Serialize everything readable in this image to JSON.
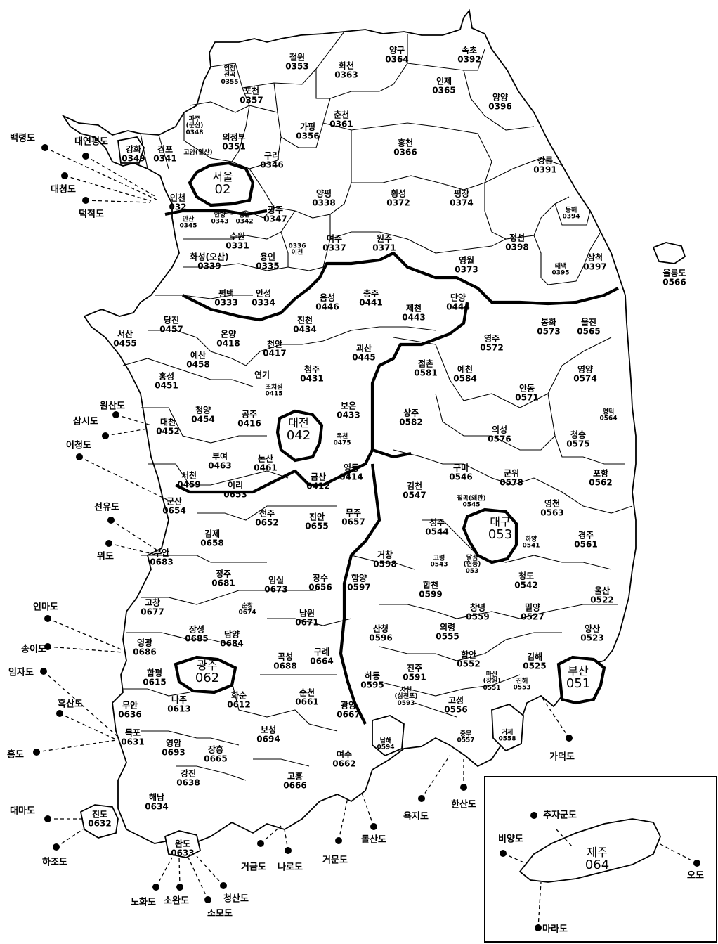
{
  "regions": [
    {
      "id": "cheolwon",
      "name": "철원",
      "code": "0353"
    },
    {
      "id": "yanggu",
      "name": "양구",
      "code": "0364"
    },
    {
      "id": "sokcho",
      "name": "속초",
      "code": "0392"
    },
    {
      "id": "yeoncheon",
      "name": "연천\n전곡",
      "code": "0355"
    },
    {
      "id": "hwacheon",
      "name": "화천",
      "code": "0363"
    },
    {
      "id": "inje",
      "name": "인제",
      "code": "0365"
    },
    {
      "id": "yangyang",
      "name": "양양",
      "code": "0396"
    },
    {
      "id": "pocheon",
      "name": "포천",
      "code": "0357"
    },
    {
      "id": "chuncheon",
      "name": "춘천",
      "code": "0361"
    },
    {
      "id": "paju",
      "name": "파주\n(문산)",
      "code": "0348"
    },
    {
      "id": "gapyeong",
      "name": "가평",
      "code": "0356"
    },
    {
      "id": "uijeongbu",
      "name": "의정부",
      "code": "0351"
    },
    {
      "id": "ganghwa",
      "name": "강화",
      "code": "0349"
    },
    {
      "id": "gimpo",
      "name": "김포",
      "code": "0341"
    },
    {
      "id": "goyang",
      "name": "고양(일산)",
      "code": ""
    },
    {
      "id": "guri",
      "name": "구리",
      "code": "0346"
    },
    {
      "id": "hongcheon",
      "name": "홍천",
      "code": "0366"
    },
    {
      "id": "gangneung",
      "name": "강릉",
      "code": "0391"
    },
    {
      "id": "seoul",
      "name": "서울",
      "code": "02"
    },
    {
      "id": "yangpyeong",
      "name": "양평",
      "code": "0338"
    },
    {
      "id": "hoengseong",
      "name": "횡성",
      "code": "0372"
    },
    {
      "id": "pyeongchang",
      "name": "평창",
      "code": "0374"
    },
    {
      "id": "incheon",
      "name": "인천",
      "code": "032"
    },
    {
      "id": "anyang",
      "name": "안양",
      "code": "0343"
    },
    {
      "id": "seongnam",
      "name": "성남",
      "code": "0342"
    },
    {
      "id": "ansan",
      "name": "안산",
      "code": "0345"
    },
    {
      "id": "gwangju_gg",
      "name": "광주",
      "code": "0347"
    },
    {
      "id": "donghae",
      "name": "동해",
      "code": "0394"
    },
    {
      "id": "jeongseon",
      "name": "정선",
      "code": "0398"
    },
    {
      "id": "suwon",
      "name": "수원",
      "code": "0331"
    },
    {
      "id": "icheon",
      "name": "0336\n이천",
      "code": ""
    },
    {
      "id": "yeoju",
      "name": "여주",
      "code": "0337"
    },
    {
      "id": "wonju",
      "name": "원주",
      "code": "0371"
    },
    {
      "id": "samcheok",
      "name": "삼척",
      "code": "0397"
    },
    {
      "id": "hwaseong",
      "name": "화성(오산)",
      "code": "0339"
    },
    {
      "id": "yongin",
      "name": "용인",
      "code": "0335"
    },
    {
      "id": "yeongwol",
      "name": "영월",
      "code": "0373"
    },
    {
      "id": "taebaek",
      "name": "태백",
      "code": "0395"
    },
    {
      "id": "pyeongtaek",
      "name": "평택",
      "code": "0333"
    },
    {
      "id": "anseong",
      "name": "안성",
      "code": "0334"
    },
    {
      "id": "eumseong",
      "name": "음성",
      "code": "0446"
    },
    {
      "id": "chungju",
      "name": "충주",
      "code": "0441"
    },
    {
      "id": "jecheon",
      "name": "제천",
      "code": "0443"
    },
    {
      "id": "danyang",
      "name": "단양",
      "code": "0444"
    },
    {
      "id": "bonghwa",
      "name": "봉화",
      "code": "0573"
    },
    {
      "id": "uljin",
      "name": "울진",
      "code": "0565"
    },
    {
      "id": "dangjin",
      "name": "당진",
      "code": "0457"
    },
    {
      "id": "jincheon",
      "name": "진천",
      "code": "0434"
    },
    {
      "id": "seosan",
      "name": "서산",
      "code": "0455"
    },
    {
      "id": "onyang",
      "name": "온양",
      "code": "0418"
    },
    {
      "id": "cheonan",
      "name": "천안",
      "code": "0417"
    },
    {
      "id": "yeongju",
      "name": "영주",
      "code": "0572"
    },
    {
      "id": "yesan",
      "name": "예산",
      "code": "0458"
    },
    {
      "id": "goesan",
      "name": "괴산",
      "code": "0445"
    },
    {
      "id": "jeomchon",
      "name": "점촌",
      "code": "0581"
    },
    {
      "id": "hongseong",
      "name": "홍성",
      "code": "0451"
    },
    {
      "id": "yeongi",
      "name": "연기",
      "code": ""
    },
    {
      "id": "cheongju",
      "name": "청주",
      "code": "0431"
    },
    {
      "id": "yecheon",
      "name": "예천",
      "code": "0584"
    },
    {
      "id": "yeongyang",
      "name": "영양",
      "code": "0574"
    },
    {
      "id": "jochiwon",
      "name": "조치원",
      "code": "0415"
    },
    {
      "id": "andong",
      "name": "안동",
      "code": "0571"
    },
    {
      "id": "cheongyang",
      "name": "청양",
      "code": "0454"
    },
    {
      "id": "boeun",
      "name": "보은",
      "code": "0433"
    },
    {
      "id": "sangju",
      "name": "상주",
      "code": "0582"
    },
    {
      "id": "yeongdeok",
      "name": "영덕",
      "code": "0564"
    },
    {
      "id": "daecheon",
      "name": "대천",
      "code": "0452"
    },
    {
      "id": "gongju",
      "name": "공주",
      "code": "0416"
    },
    {
      "id": "daejeon",
      "name": "대전",
      "code": "042"
    },
    {
      "id": "uiseong",
      "name": "의성",
      "code": "0576"
    },
    {
      "id": "cheongsong",
      "name": "청송",
      "code": "0575"
    },
    {
      "id": "okcheon",
      "name": "옥천",
      "code": "0475"
    },
    {
      "id": "buyeo",
      "name": "부여",
      "code": "0463"
    },
    {
      "id": "nonsan",
      "name": "논산",
      "code": "0461"
    },
    {
      "id": "yeongdong",
      "name": "영동",
      "code": "0414"
    },
    {
      "id": "geumsan",
      "name": "금산",
      "code": "0412"
    },
    {
      "id": "gumi",
      "name": "구미",
      "code": "0546"
    },
    {
      "id": "seocheon",
      "name": "서천",
      "code": "0459"
    },
    {
      "id": "gunwi",
      "name": "군위",
      "code": "0578"
    },
    {
      "id": "pohang",
      "name": "포항",
      "code": "0562"
    },
    {
      "id": "iri",
      "name": "이리",
      "code": "0653"
    },
    {
      "id": "gimcheon",
      "name": "김천",
      "code": "0547"
    },
    {
      "id": "chilgok",
      "name": "칠곡(왜관)",
      "code": "0545"
    },
    {
      "id": "gunsan",
      "name": "군산",
      "code": "0654"
    },
    {
      "id": "yeongcheon",
      "name": "영천",
      "code": "0563"
    },
    {
      "id": "muju",
      "name": "무주",
      "code": "0657"
    },
    {
      "id": "jeonju",
      "name": "전주",
      "code": "0652"
    },
    {
      "id": "jinan",
      "name": "진안",
      "code": "0655"
    },
    {
      "id": "gimje",
      "name": "김제",
      "code": "0658"
    },
    {
      "id": "seongju",
      "name": "성주",
      "code": "0544"
    },
    {
      "id": "daegu",
      "name": "대구",
      "code": "053"
    },
    {
      "id": "hayang",
      "name": "하양",
      "code": "0541"
    },
    {
      "id": "gyeongju",
      "name": "경주",
      "code": "0561"
    },
    {
      "id": "buan",
      "name": "부안",
      "code": "0683"
    },
    {
      "id": "geochang",
      "name": "거창",
      "code": "0598"
    },
    {
      "id": "goryeong",
      "name": "고령",
      "code": "0543"
    },
    {
      "id": "dalseong",
      "name": "달성\n(현풍)",
      "code": "053"
    },
    {
      "id": "jeongju",
      "name": "정주",
      "code": "0681"
    },
    {
      "id": "cheongdo",
      "name": "청도",
      "code": "0542"
    },
    {
      "id": "imsil",
      "name": "임실",
      "code": "0673"
    },
    {
      "id": "jangsu",
      "name": "장수",
      "code": "0656"
    },
    {
      "id": "hamyang",
      "name": "함양",
      "code": "0597"
    },
    {
      "id": "hapcheon",
      "name": "합천",
      "code": "0599"
    },
    {
      "id": "ulsan",
      "name": "울산",
      "code": "0522"
    },
    {
      "id": "gochang",
      "name": "고창",
      "code": "0677"
    },
    {
      "id": "sunchang",
      "name": "순창",
      "code": "0674"
    },
    {
      "id": "namwon",
      "name": "남원",
      "code": "0671"
    },
    {
      "id": "changnyeong",
      "name": "창녕",
      "code": "0559"
    },
    {
      "id": "miryang",
      "name": "밀양",
      "code": "0527"
    },
    {
      "id": "jangseong",
      "name": "장성",
      "code": "0685"
    },
    {
      "id": "damyang",
      "name": "담양",
      "code": "0684"
    },
    {
      "id": "sancheong",
      "name": "산청",
      "code": "0596"
    },
    {
      "id": "uiryeong",
      "name": "의령",
      "code": "0555"
    },
    {
      "id": "yangsan",
      "name": "양산",
      "code": "0523"
    },
    {
      "id": "yeonggwang",
      "name": "영광",
      "code": "0686"
    },
    {
      "id": "gokseong",
      "name": "곡성",
      "code": "0688"
    },
    {
      "id": "gurye",
      "name": "구례",
      "code": "0664"
    },
    {
      "id": "haman",
      "name": "함안",
      "code": "0552"
    },
    {
      "id": "gimhae",
      "name": "김해",
      "code": "0525"
    },
    {
      "id": "gwangju",
      "name": "광주",
      "code": "062"
    },
    {
      "id": "jinju",
      "name": "진주",
      "code": "0591"
    },
    {
      "id": "masan",
      "name": "마산\n(창원)",
      "code": "0551"
    },
    {
      "id": "busan",
      "name": "부산",
      "code": "051"
    },
    {
      "id": "hampyeong",
      "name": "함평",
      "code": "0615"
    },
    {
      "id": "hadong",
      "name": "하동",
      "code": "0595"
    },
    {
      "id": "jinhae",
      "name": "진해",
      "code": "0553"
    },
    {
      "id": "naju",
      "name": "나주",
      "code": "0613"
    },
    {
      "id": "hwasun",
      "name": "화순",
      "code": "0612"
    },
    {
      "id": "suncheon",
      "name": "순천",
      "code": "0661"
    },
    {
      "id": "sacheon",
      "name": "사천\n(삼천포)",
      "code": "0593"
    },
    {
      "id": "muan",
      "name": "무안",
      "code": "0636"
    },
    {
      "id": "gwangyang",
      "name": "광양",
      "code": "0667"
    },
    {
      "id": "goseong",
      "name": "고성",
      "code": "0556"
    },
    {
      "id": "chungmu",
      "name": "충무",
      "code": "0557"
    },
    {
      "id": "geoje",
      "name": "거제",
      "code": "0558"
    },
    {
      "id": "mokpo",
      "name": "목포",
      "code": "0631"
    },
    {
      "id": "yeongam",
      "name": "영암",
      "code": "0693"
    },
    {
      "id": "boseong",
      "name": "보성",
      "code": "0694"
    },
    {
      "id": "namhae",
      "name": "남해",
      "code": "0594"
    },
    {
      "id": "yeosu",
      "name": "여수",
      "code": "0662"
    },
    {
      "id": "jangheung",
      "name": "장흥",
      "code": "0665"
    },
    {
      "id": "goheung",
      "name": "고흥",
      "code": "0666"
    },
    {
      "id": "gangjin",
      "name": "강진",
      "code": "0638"
    },
    {
      "id": "haenam",
      "name": "해남",
      "code": "0634"
    },
    {
      "id": "jindo",
      "name": "진도",
      "code": "0632"
    },
    {
      "id": "wando",
      "name": "완도",
      "code": "0633"
    },
    {
      "id": "ulleungdo",
      "name": "울릉도",
      "code": "0566"
    },
    {
      "id": "jeju",
      "name": "제주",
      "code": "064"
    }
  ],
  "islands": [
    {
      "id": "baengnyeongdo",
      "name": "백령도"
    },
    {
      "id": "daeyeonpyeongdo",
      "name": "대연평도"
    },
    {
      "id": "daecheongdo",
      "name": "대청도"
    },
    {
      "id": "deokjeokdo",
      "name": "덕적도"
    },
    {
      "id": "wonsando",
      "name": "원산도"
    },
    {
      "id": "sapsido",
      "name": "삽시도"
    },
    {
      "id": "eocheongdo",
      "name": "어청도"
    },
    {
      "id": "seonyudo",
      "name": "선유도"
    },
    {
      "id": "wido",
      "name": "위도"
    },
    {
      "id": "inmado",
      "name": "인마도"
    },
    {
      "id": "songido",
      "name": "송이도"
    },
    {
      "id": "imjado",
      "name": "임자도"
    },
    {
      "id": "heuksando",
      "name": "흑산도"
    },
    {
      "id": "hongdo",
      "name": "홍도"
    },
    {
      "id": "daemado",
      "name": "대마도"
    },
    {
      "id": "hajodo",
      "name": "하조도"
    },
    {
      "id": "nohwado",
      "name": "노화도"
    },
    {
      "id": "sowando",
      "name": "소완도"
    },
    {
      "id": "somodo",
      "name": "소모도"
    },
    {
      "id": "cheongsando",
      "name": "청산도"
    },
    {
      "id": "geogeumdo",
      "name": "거금도"
    },
    {
      "id": "narodo",
      "name": "나로도"
    },
    {
      "id": "geomundo",
      "name": "거문도"
    },
    {
      "id": "dolsando",
      "name": "돌산도"
    },
    {
      "id": "yokjido",
      "name": "욕지도"
    },
    {
      "id": "hansando",
      "name": "한산도"
    },
    {
      "id": "gadeokdo",
      "name": "가덕도"
    },
    {
      "id": "chujagundo",
      "name": "추자군도"
    },
    {
      "id": "biyangdo",
      "name": "비양도"
    },
    {
      "id": "udo",
      "name": "오도"
    },
    {
      "id": "marado",
      "name": "마라도"
    }
  ]
}
